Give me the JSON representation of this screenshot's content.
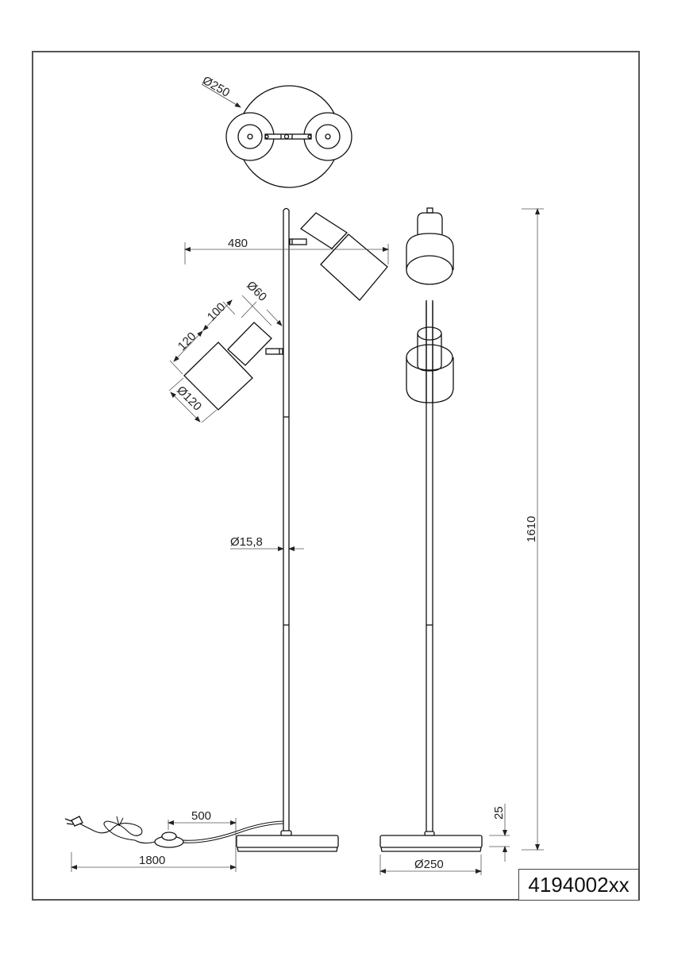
{
  "drawing": {
    "product_code": "4194002xx",
    "views": [
      "top-view",
      "side-view",
      "front-view"
    ],
    "dimensions": {
      "base_top_diameter": "Ø250",
      "arm_reach": "480",
      "shade_small_diameter": "Ø60",
      "shade_length_100": "100",
      "shade_length_120": "120",
      "shade_large_diameter": "Ø120",
      "pole_diameter": "Ø15,8",
      "total_height": "1610",
      "base_height": "25",
      "base_diameter": "Ø250",
      "switch_distance": "500",
      "cable_length": "1800"
    },
    "colors": {
      "line": "#111111",
      "dimension_line": "#555555",
      "frame": "#555555"
    }
  }
}
